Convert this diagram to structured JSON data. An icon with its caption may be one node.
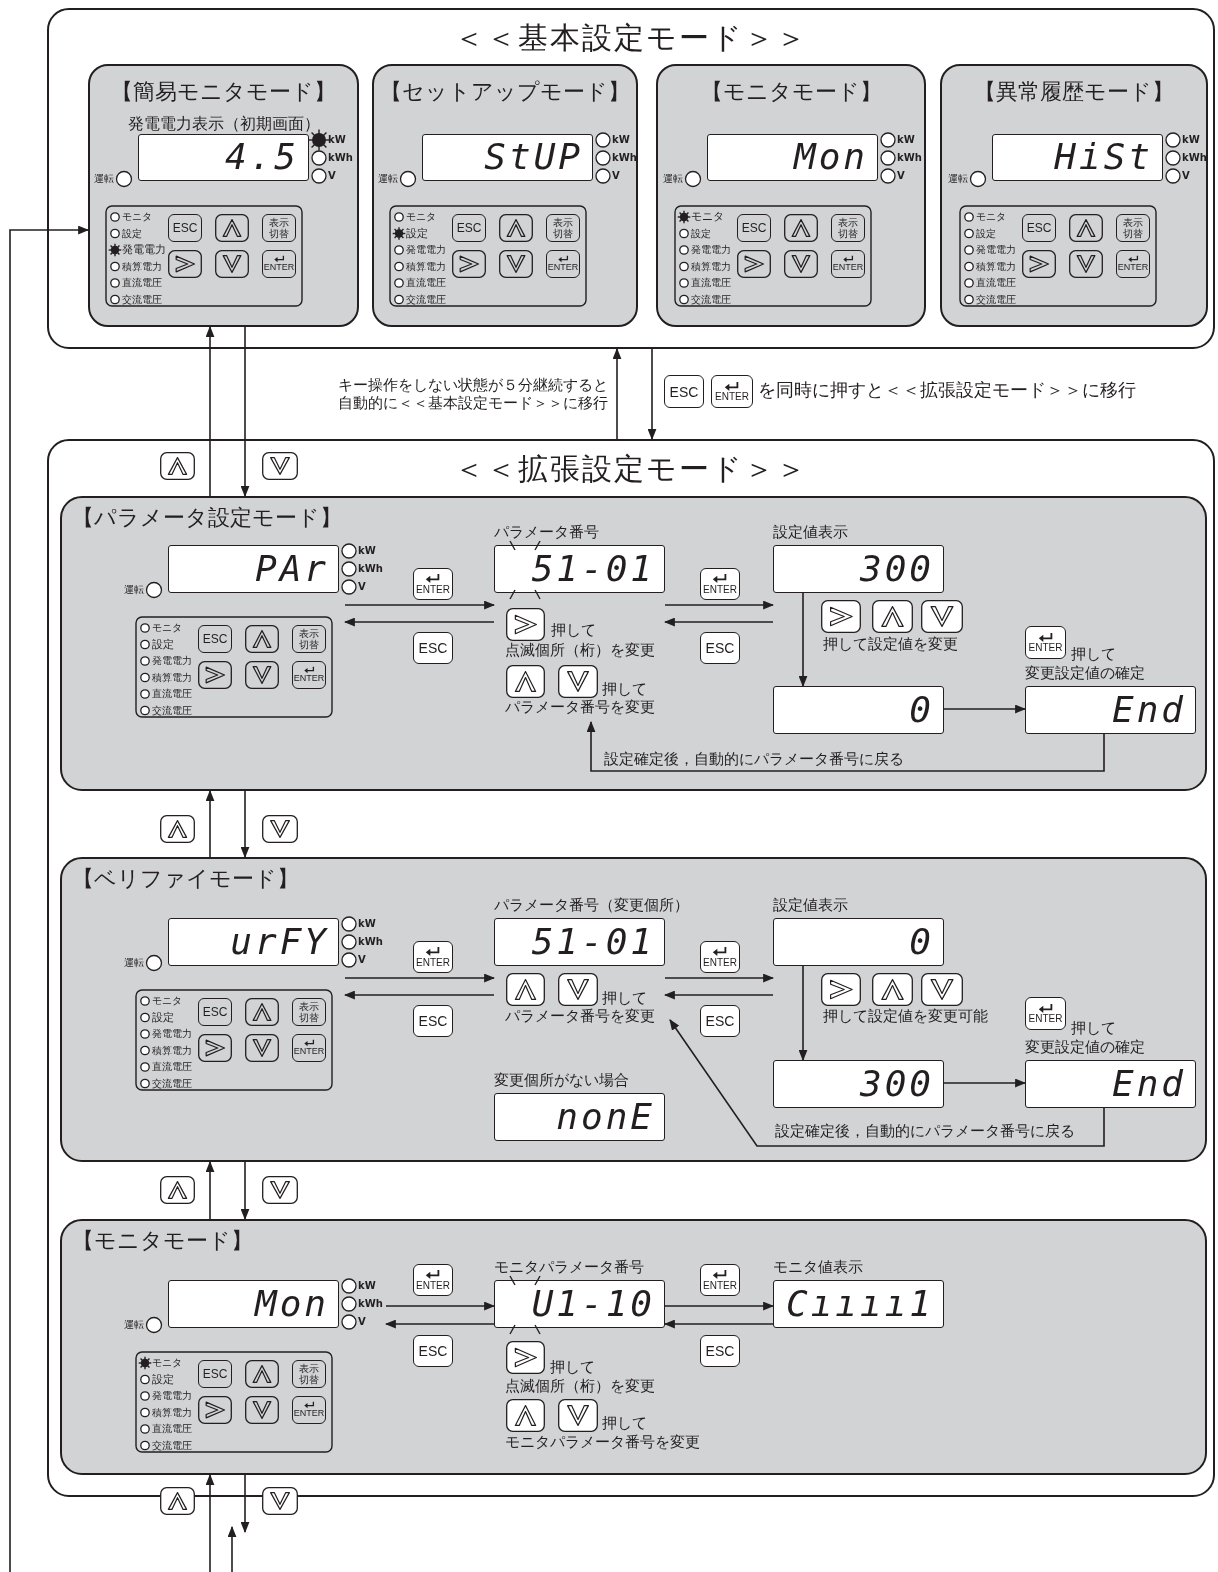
{
  "diagram": {
    "nodes": [
      {
        "text": [
          "＜＜基本設定モード＞＞"
        ]
      },
      {
        "text": [
          "【簡易モニタモード】",
          "発電電力表示（初期画面）"
        ],
        "in": 0
      },
      {
        "text": [
          "4.5"
        ],
        "in": 1
      },
      {
        "text": [
          "【セットアップモード】"
        ],
        "in": 0
      },
      {
        "text": [
          "StUP"
        ],
        "in": 3
      },
      {
        "text": [
          "【モニタモード】"
        ],
        "in": 0
      },
      {
        "text": [
          "Mon"
        ],
        "in": 5
      },
      {
        "text": [
          "【異常履歴モード】"
        ],
        "in": 0
      },
      {
        "text": [
          "HiSt"
        ],
        "in": 7
      },
      {
        "text": [
          "＜＜拡張設定モード＞＞"
        ]
      },
      {
        "text": [
          "【パラメータ設定モード】"
        ],
        "in": 9
      },
      {
        "text": [
          "PAr"
        ],
        "in": 10
      },
      {
        "text": [
          "51-01"
        ],
        "beside": [
          "パラメータ番号"
        ],
        "in": 10
      },
      {
        "text": [
          "300"
        ],
        "beside": [
          "設定値表示"
        ],
        "in": 10
      },
      {
        "text": [
          "0"
        ],
        "in": 10
      },
      {
        "text": [
          "End"
        ],
        "in": 10
      },
      {
        "text": [
          "【ベリファイモード】"
        ],
        "in": 9
      },
      {
        "text": [
          "urFY"
        ],
        "in": 16
      },
      {
        "text": [
          "51-01"
        ],
        "beside": [
          "パラメータ番号（変更個所）"
        ],
        "in": 16
      },
      {
        "text": [
          "0"
        ],
        "beside": [
          "設定値表示"
        ],
        "in": 16
      },
      {
        "text": [
          "300"
        ],
        "in": 16
      },
      {
        "text": [
          "End"
        ],
        "in": 16
      },
      {
        "text": [
          "nonE"
        ],
        "beside": [
          "変更個所がない場合"
        ],
        "in": 16
      },
      {
        "text": [
          "【モニタモード】"
        ],
        "in": 9
      },
      {
        "text": [
          "Mon"
        ],
        "in": 23
      },
      {
        "text": [
          "U1-10"
        ],
        "beside": [
          "モニタパラメータ番号"
        ],
        "in": 23
      },
      {
        "text": [
          "Cıııı1"
        ],
        "beside": [
          "モニタ値表示"
        ],
        "in": 23
      }
    ],
    "edges": [
      {
        "from": 10,
        "to": 1,
        "arrow": "to"
      },
      {
        "from": 1,
        "to": 10,
        "arrow": "to"
      },
      {
        "from": 16,
        "to": 10,
        "arrow": "to"
      },
      {
        "from": 10,
        "to": 16,
        "arrow": "to"
      },
      {
        "from": 23,
        "to": 16,
        "arrow": "to"
      },
      {
        "from": 16,
        "to": 23,
        "arrow": "to"
      },
      {
        "from": null,
        "to": 23,
        "arrow": "to"
      },
      {
        "from": 23,
        "to": null,
        "arrow": "to"
      },
      {
        "from": null,
        "to": 1,
        "arrow": "to"
      },
      {
        "from": 9,
        "to": 0,
        "arrow": "to"
      },
      {
        "from": 0,
        "to": 9,
        "arrow": "to"
      },
      {
        "from": 11,
        "to": 12,
        "arrow": "to",
        "label": "ENTER"
      },
      {
        "from": 12,
        "to": 11,
        "arrow": "to",
        "label": "ESC"
      },
      {
        "from": 12,
        "to": 13,
        "arrow": "to",
        "label": "ENTER"
      },
      {
        "from": 13,
        "to": 12,
        "arrow": "to",
        "label": "ESC"
      },
      {
        "from": 13,
        "to": 14,
        "arrow": "to"
      },
      {
        "from": 14,
        "to": 15,
        "arrow": "to"
      },
      {
        "from": 15,
        "to": 12,
        "arrow": "to",
        "label": "設定確定後，自動的にパラメータ番号に戻る"
      },
      {
        "from": 17,
        "to": 18,
        "arrow": "to",
        "label": "ENTER"
      },
      {
        "from": 18,
        "to": 17,
        "arrow": "to",
        "label": "ESC"
      },
      {
        "from": 18,
        "to": 19,
        "arrow": "to",
        "label": "ENTER"
      },
      {
        "from": 19,
        "to": 18,
        "arrow": "to",
        "label": "ESC"
      },
      {
        "from": 19,
        "to": 20,
        "arrow": "to"
      },
      {
        "from": 20,
        "to": 21,
        "arrow": "to"
      },
      {
        "from": 21,
        "to": 18,
        "arrow": "to",
        "label": "設定確定後，自動的にパラメータ番号に戻る"
      },
      {
        "from": 24,
        "to": 25,
        "arrow": "to",
        "label": "ENTER"
      },
      {
        "from": 25,
        "to": 24,
        "arrow": "to",
        "label": "ESC"
      },
      {
        "from": 25,
        "to": 26,
        "arrow": "to",
        "label": "ENTER"
      },
      {
        "from": 26,
        "to": 25,
        "arrow": "to",
        "label": "ESC"
      },
      {
        "from": null,
        "to": 9,
        "arrow": "to"
      }
    ],
    "labels": [
      "kW",
      "kWh",
      "V",
      "運転",
      "モニタ",
      "設定",
      "発電電力",
      "積算電力",
      "直流電圧",
      "交流電圧",
      "ESC",
      "表示切替",
      "ENTER",
      "kW",
      "kWh",
      "V",
      "運転",
      "モニタ",
      "設定",
      "発電電力",
      "積算電力",
      "直流電圧",
      "交流電圧",
      "ESC",
      "表示切替",
      "ENTER",
      "kW",
      "kWh",
      "V",
      "運転",
      "モニタ",
      "設定",
      "発電電力",
      "積算電力",
      "直流電圧",
      "交流電圧",
      "ESC",
      "表示切替",
      "ENTER",
      "kW",
      "kWh",
      "V",
      "運転",
      "モニタ",
      "設定",
      "発電電力",
      "積算電力",
      "直流電圧",
      "交流電圧",
      "ESC",
      "表示切替",
      "ENTER",
      "キー操作をしない状態が５分継続すると自動的に＜＜基本設定モード＞＞に移行",
      "ESC",
      "ENTER",
      "を同時に押すと＜＜拡張設定モード＞＞に移行",
      "kW",
      "kWh",
      "V",
      "運転",
      "モニタ",
      "設定",
      "発電電力",
      "積算電力",
      "直流電圧",
      "交流電圧",
      "ESC",
      "表示切替",
      "ENTER",
      "押して",
      "点滅個所（桁）を変更",
      "押して",
      "パラメータ番号を変更",
      "押して設定値を変更",
      "ENTER",
      "押して",
      "変更設定値の確定",
      "kW",
      "kWh",
      "V",
      "運転",
      "モニタ",
      "設定",
      "発電電力",
      "積算電力",
      "直流電圧",
      "交流電圧",
      "ESC",
      "表示切替",
      "ENTER",
      "押して",
      "パラメータ番号を変更",
      "押して設定値を変更可能",
      "ENTER",
      "押して",
      "変更設定値の確定",
      "kW",
      "kWh",
      "V",
      "運転",
      "モニタ",
      "設定",
      "発電電力",
      "積算電力",
      "直流電圧",
      "交流電圧",
      "ESC",
      "表示切替",
      "ENTER",
      "押して",
      "点滅個所（桁）を変更",
      "押して",
      "モニタパラメータ番号を変更"
    ]
  }
}
